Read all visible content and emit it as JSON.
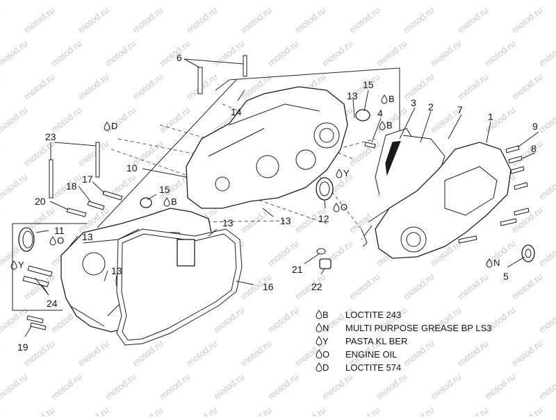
{
  "watermark": "motod.ru",
  "callouts": [
    "6",
    "14",
    "13",
    "15",
    "23",
    "10",
    "18",
    "17",
    "20",
    "11",
    "13",
    "13",
    "13",
    "15",
    "12",
    "13",
    "21",
    "22",
    "16",
    "24",
    "19",
    "3",
    "2",
    "7",
    "1",
    "4",
    "9",
    "8",
    "5"
  ],
  "lubricant_marks": [
    "B",
    "B",
    "D",
    "B",
    "Y",
    "O",
    "O",
    "Y",
    "N"
  ],
  "legend": [
    {
      "code": "B",
      "text": "LOCTITE 243"
    },
    {
      "code": "N",
      "text": "MULTI PURPOSE GREASE BP LS3"
    },
    {
      "code": "Y",
      "text": "PASTA KL BER"
    },
    {
      "code": "O",
      "text": "ENGINE OIL"
    },
    {
      "code": "D",
      "text": "LOCTITE 574"
    }
  ],
  "colors": {
    "line": "#1a1a1a",
    "watermark": "#c8c8c8",
    "background": "#ffffff"
  }
}
